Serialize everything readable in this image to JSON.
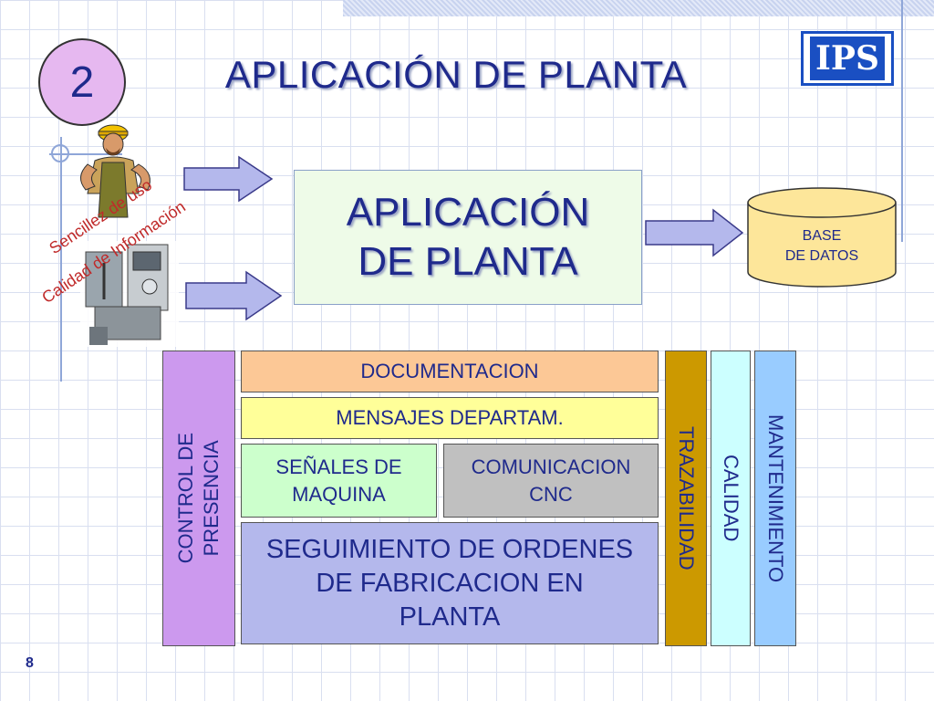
{
  "slide": {
    "number_badge": "2",
    "title": "APLICACIÓN DE PLANTA",
    "logo_text": "IPS",
    "page_number": "8"
  },
  "main_box": {
    "line1": "APLICACIÓN",
    "line2": "DE PLANTA"
  },
  "database": {
    "line1": "BASE",
    "line2": "DE DATOS"
  },
  "input_labels": {
    "ease": "Sencillez de uso",
    "quality": "Calidad de Información"
  },
  "modules": {
    "control_presencia": {
      "line1": "CONTROL DE",
      "line2": "PRESENCIA"
    },
    "documentacion": "DOCUMENTACION",
    "mensajes": "MENSAJES DEPARTAM.",
    "senales": {
      "line1": "SEÑALES DE",
      "line2": "MAQUINA"
    },
    "comunicacion": {
      "line1": "COMUNICACION",
      "line2": "CNC"
    },
    "seguimiento": {
      "line1": "SEGUIMIENTO DE ORDENES",
      "line2": "DE FABRICACION EN",
      "line3": "PLANTA"
    },
    "trazabilidad": "TRAZABILIDAD",
    "calidad": "CALIDAD",
    "mantenimiento": "MANTENIMIENTO"
  },
  "colors": {
    "title": "#1f2a8c",
    "control_presencia": "#cc99ee",
    "documentacion": "#fcc896",
    "mensajes": "#ffff99",
    "senales": "#ccffcc",
    "comunicacion": "#c0c0c0",
    "seguimiento": "#b4b8ec",
    "trazabilidad": "#cc9900",
    "calidad": "#ccffff",
    "mantenimiento": "#99ccff",
    "arrow_fill": "#b4b8ec",
    "database": "#fde69a"
  }
}
